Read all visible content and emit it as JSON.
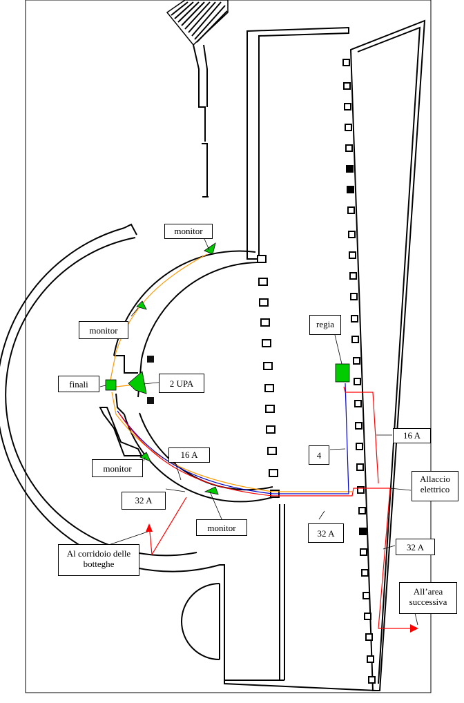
{
  "labels": {
    "monitor_top": "monitor",
    "monitor_mid": "monitor",
    "monitor_low": "monitor",
    "monitor_bottom": "monitor",
    "finali": "finali",
    "upa": "2 UPA",
    "regia": "regia",
    "amp16_left": "16 A",
    "amp16_right": "16 A",
    "four": "4",
    "amp32_left": "32 A",
    "amp32_mid": "32 A",
    "amp32_right": "32 A",
    "allaccio": "Allaccio elettrico",
    "corridoio": "Al corridoio delle botteghe",
    "area": "All’area successiva"
  },
  "colors": {
    "equipment": "#00cc00",
    "cable_red": "#ff0000",
    "cable_blue": "#0000cc",
    "cable_orange": "#ff9900",
    "walls": "#000000"
  }
}
